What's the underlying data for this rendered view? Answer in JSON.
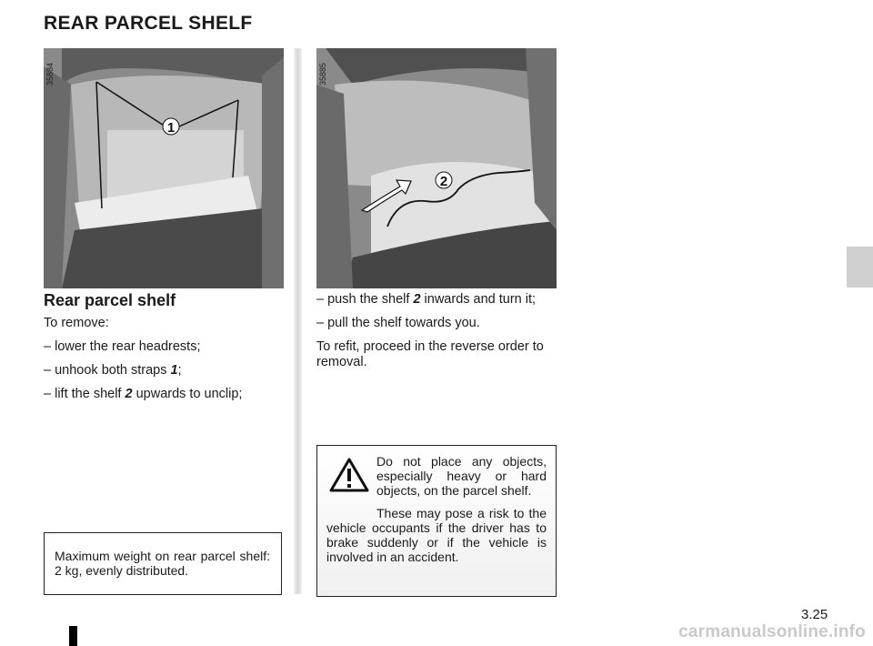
{
  "title": "REAR PARCEL SHELF",
  "figures": [
    {
      "code": "35884",
      "callout": "1"
    },
    {
      "code": "35885",
      "callout": "2"
    }
  ],
  "section_heading": "Rear parcel shelf",
  "left_text": {
    "intro": "To remove:",
    "step1": "lower the rear headrests;",
    "step2_before": "unhook both straps ",
    "step2_num": "1",
    "step2_after": ";",
    "step3_before": "lift the shelf ",
    "step3_num": "2",
    "step3_after": " upwards to unclip;"
  },
  "right_text": {
    "step4_before": "push the shelf ",
    "step4_num": "2",
    "step4_after": " inwards and turn it;",
    "step5": "pull the shelf towards you.",
    "refit": "To refit, proceed in the reverse order to removal."
  },
  "info_box": "Maximum weight on rear parcel shelf: 2 kg, evenly distributed.",
  "warning": {
    "icon": "warning-triangle-icon",
    "para1": "Do not place any objects, especially heavy or hard objects, on the parcel shelf.",
    "para2": "These may pose a risk to the vehicle occupants if the driver has to brake suddenly or if the vehicle is involved in an accident."
  },
  "dash": "–",
  "page_number": "3.25",
  "watermark": "carmanualsonline.info"
}
